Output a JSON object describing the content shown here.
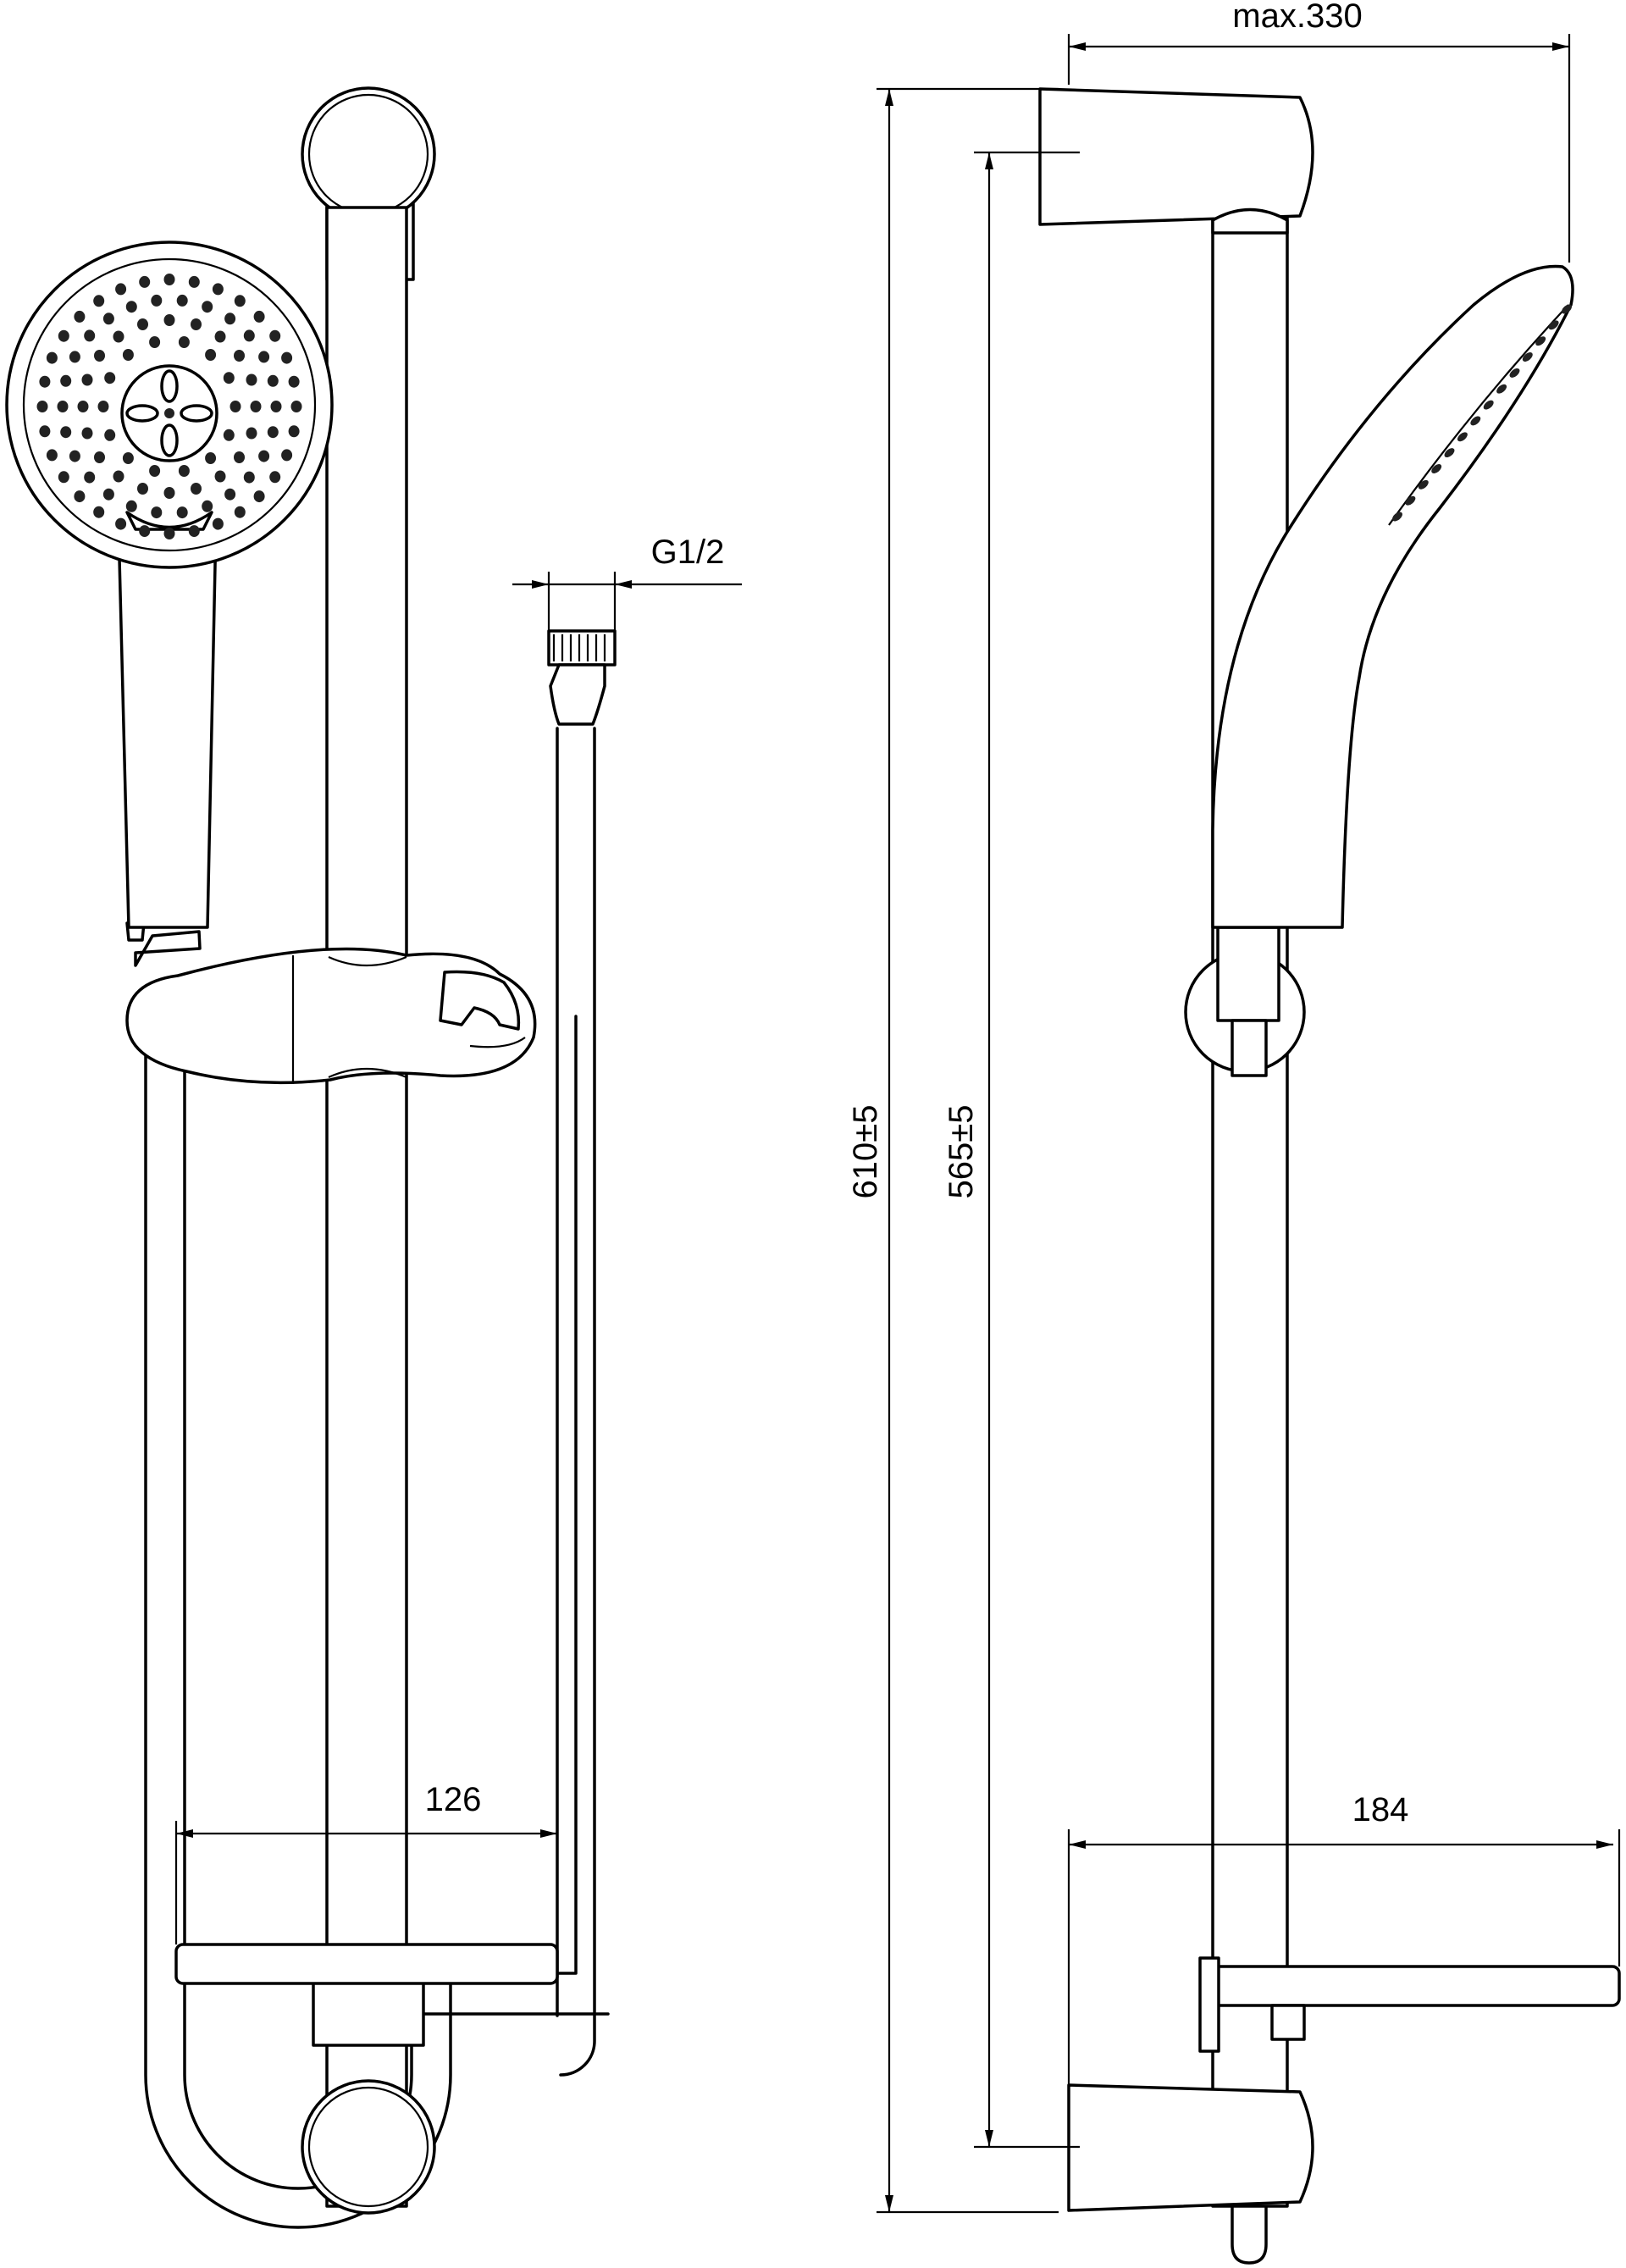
{
  "dimensions": {
    "max_width": "max.330",
    "thread": "G1/2",
    "total_height": "610±5",
    "bracket_distance": "565±5",
    "soap_dish_front": "126",
    "soap_dish_side": "184"
  },
  "colors": {
    "line": "#000000",
    "background": "#ffffff"
  }
}
